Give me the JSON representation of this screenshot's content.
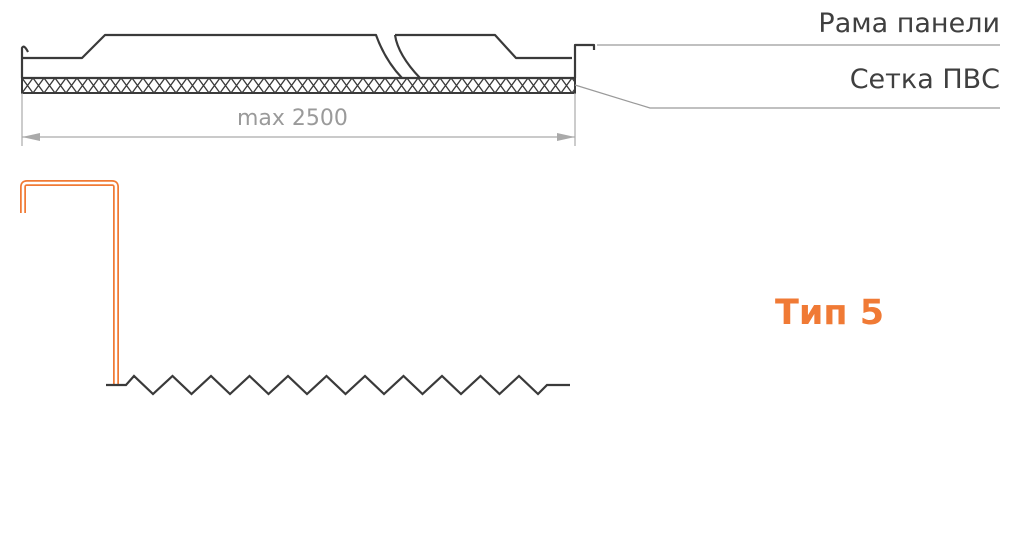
{
  "labels": {
    "frame": "Рама панели",
    "mesh": "Сетка ПВС"
  },
  "dimension": "max 2500",
  "type_title": "Тип 5",
  "colors": {
    "line": "#3a3a3a",
    "dimension": "#9a9a9a",
    "accent": "#f07a35"
  }
}
